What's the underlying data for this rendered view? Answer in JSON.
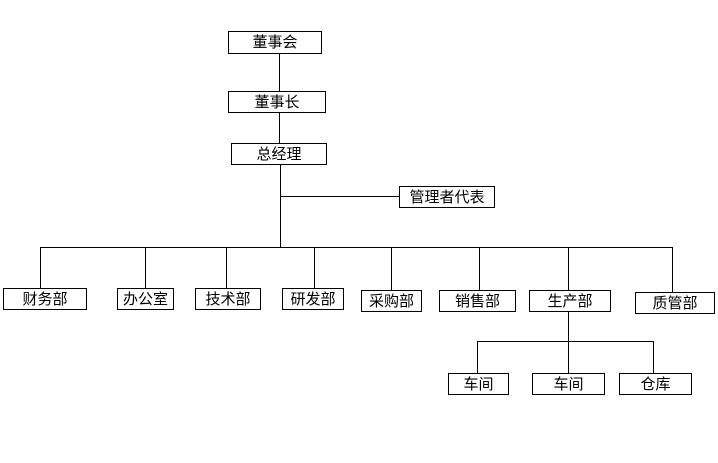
{
  "org_chart": {
    "nodes": {
      "board": "董事会",
      "chairman": "董事长",
      "general_manager": "总经理",
      "management_representative": "管理者代表",
      "finance": "财务部",
      "office": "办公室",
      "technology": "技术部",
      "rnd": "研发部",
      "purchasing": "采购部",
      "sales": "销售部",
      "production": "生产部",
      "quality": "质管部",
      "workshop_1": "车间",
      "workshop_2": "车间",
      "warehouse": "仓库"
    }
  }
}
